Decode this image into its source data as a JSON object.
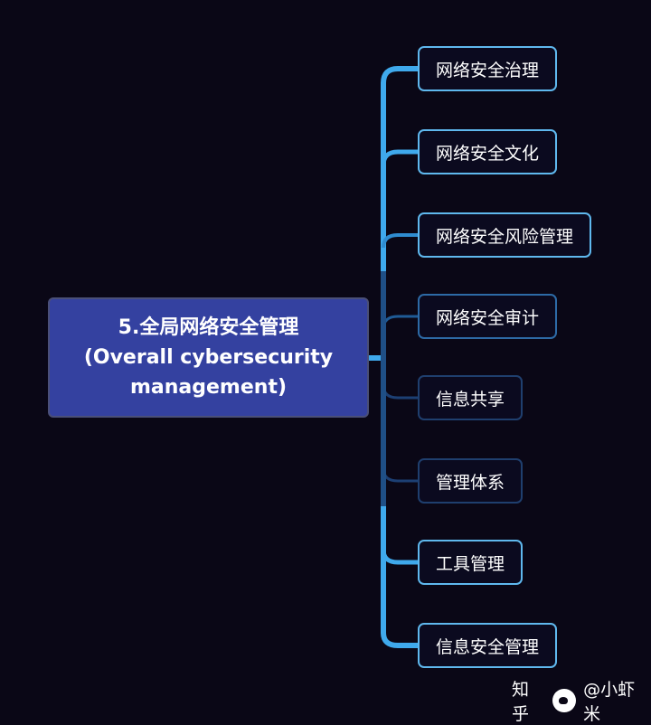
{
  "root": {
    "lines": [
      "5.全局网络安全管理",
      "(Overall cybersecurity",
      "management)"
    ]
  },
  "children": [
    {
      "label": "网络安全治理"
    },
    {
      "label": "网络安全文化"
    },
    {
      "label": "网络安全风险管理"
    },
    {
      "label": "网络安全审计"
    },
    {
      "label": "信息共享"
    },
    {
      "label": "管理体系"
    },
    {
      "label": "工具管理"
    },
    {
      "label": "信息安全管理"
    }
  ],
  "watermark": {
    "site": "知乎",
    "author": "@小虾米"
  },
  "colors": {
    "background": "#0a0716",
    "root_fill": "#3441a0",
    "connector": "#3fa9ec",
    "child_border": "#5fb8ee"
  }
}
